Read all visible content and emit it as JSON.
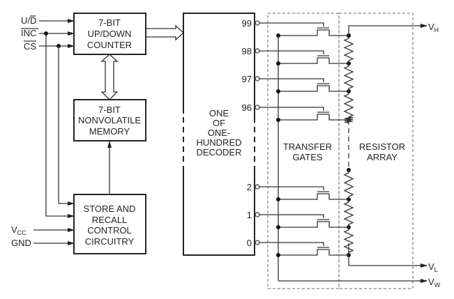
{
  "inputs": {
    "ud": "U/D",
    "inc": "INC",
    "cs": "CS",
    "vcc_main": "V",
    "vcc_sub": "CC",
    "gnd": "GND"
  },
  "blocks": {
    "counter": [
      "7-BIT",
      "UP/DOWN",
      "COUNTER"
    ],
    "memory": [
      "7-BIT",
      "NONVOLATILE",
      "MEMORY"
    ],
    "control": [
      "STORE AND",
      "RECALL",
      "CONTROL",
      "CIRCUITRY"
    ],
    "decoder": [
      "ONE",
      "OF",
      "ONE-",
      "HUNDRED",
      "DECODER"
    ]
  },
  "decoder_outputs": [
    "99",
    "98",
    "97",
    "96",
    "2",
    "1",
    "0"
  ],
  "sections": {
    "transfer_gates": [
      "TRANSFER",
      "GATES"
    ],
    "resistor_array": [
      "RESISTOR",
      "ARRAY"
    ]
  },
  "outputs": {
    "vh_main": "V",
    "vh_sub": "H",
    "vl_main": "V",
    "vl_sub": "L",
    "vw_main": "V",
    "vw_sub": "W"
  }
}
